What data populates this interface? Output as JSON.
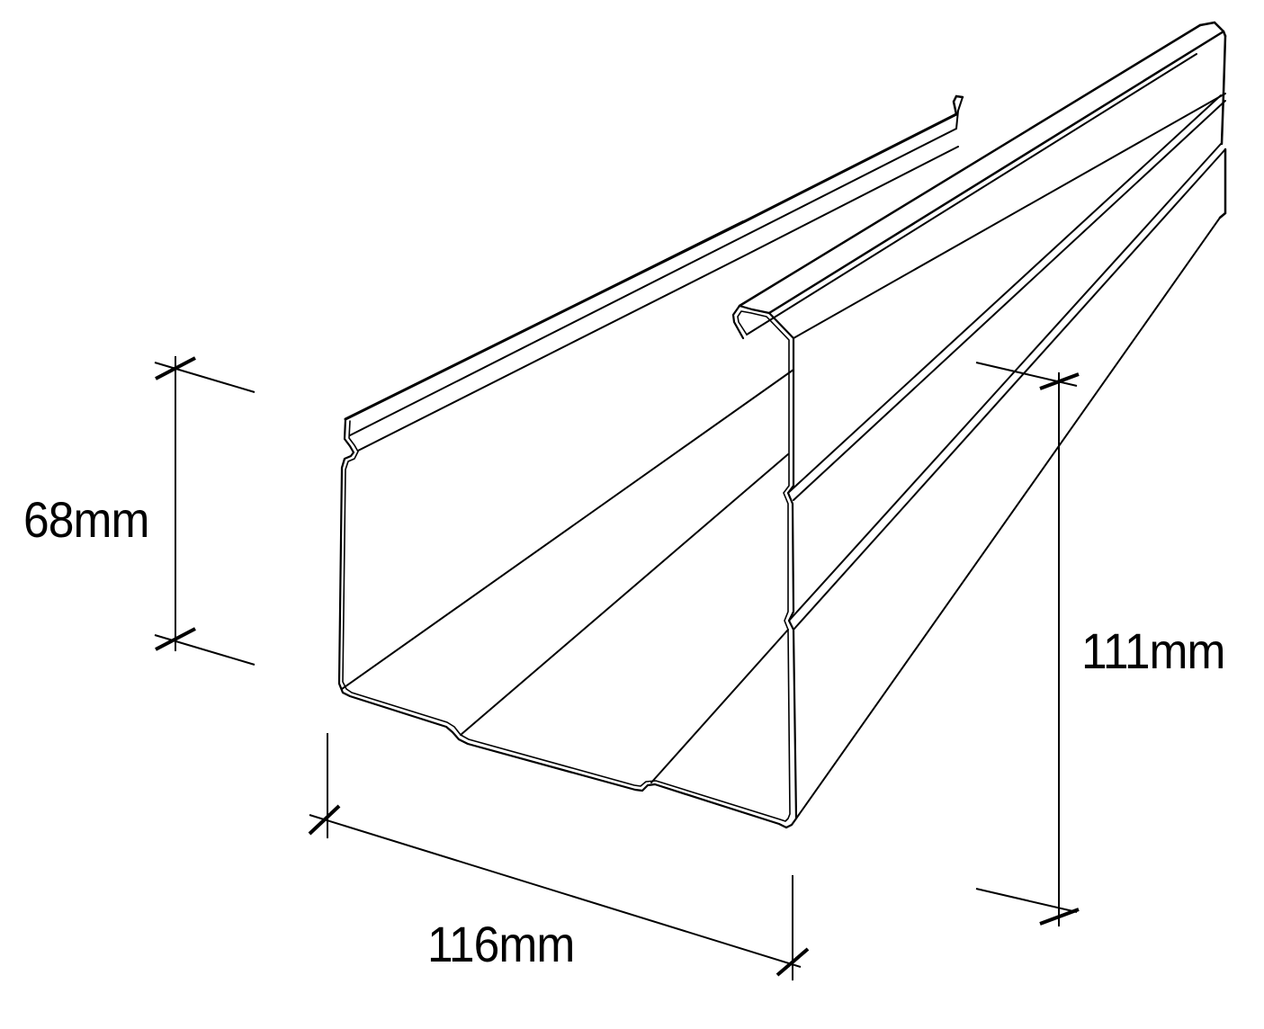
{
  "diagram": {
    "subject": "Box gutter profile, isometric view",
    "stroke_color": "#000000",
    "background_color": "#ffffff",
    "dimensions": {
      "back_height": {
        "label": "68mm",
        "value_mm": 68,
        "orientation": "vertical",
        "position": "left"
      },
      "front_height": {
        "label": "111mm",
        "value_mm": 111,
        "orientation": "vertical",
        "position": "right"
      },
      "width": {
        "label": "116mm",
        "value_mm": 116,
        "orientation": "diagonal",
        "position": "bottom"
      }
    },
    "features": [
      "back-flange-with-crimped-bead",
      "front-rolled-bead",
      "front-face-two-rib-steps",
      "base-two-stepped-ribs"
    ]
  }
}
